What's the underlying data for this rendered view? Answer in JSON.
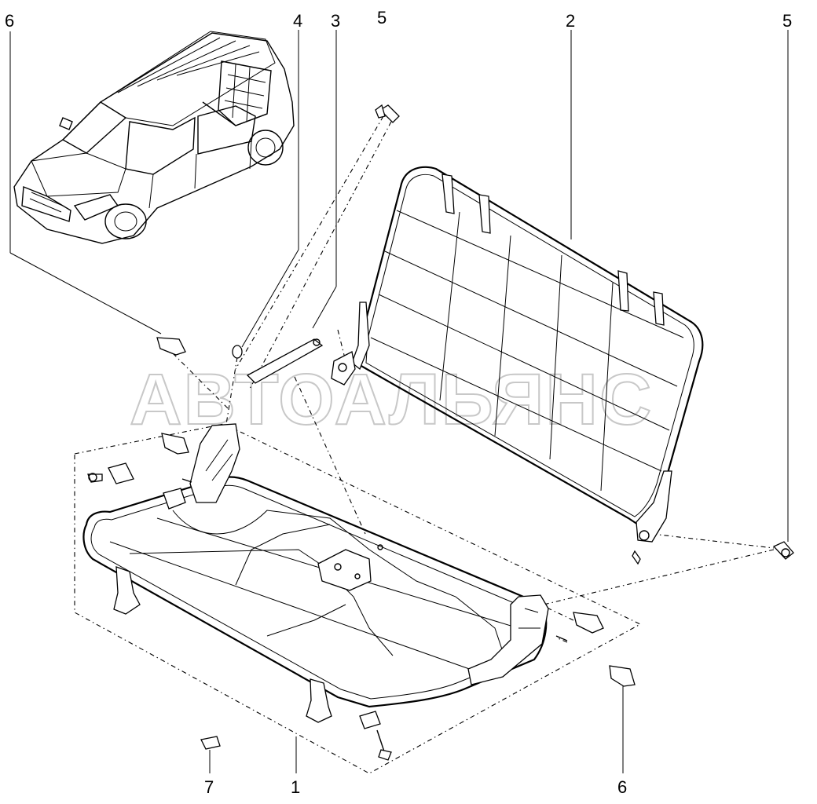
{
  "watermark": "АВТОАЛЬЯНС",
  "callouts": {
    "left_clip_top": "6",
    "pin": "4",
    "strap": "3",
    "bolt_top": "5",
    "backrest": "2",
    "bolt_right": "5",
    "clip_bottom_left": "7",
    "cushion": "1",
    "right_clip_bottom": "6"
  }
}
